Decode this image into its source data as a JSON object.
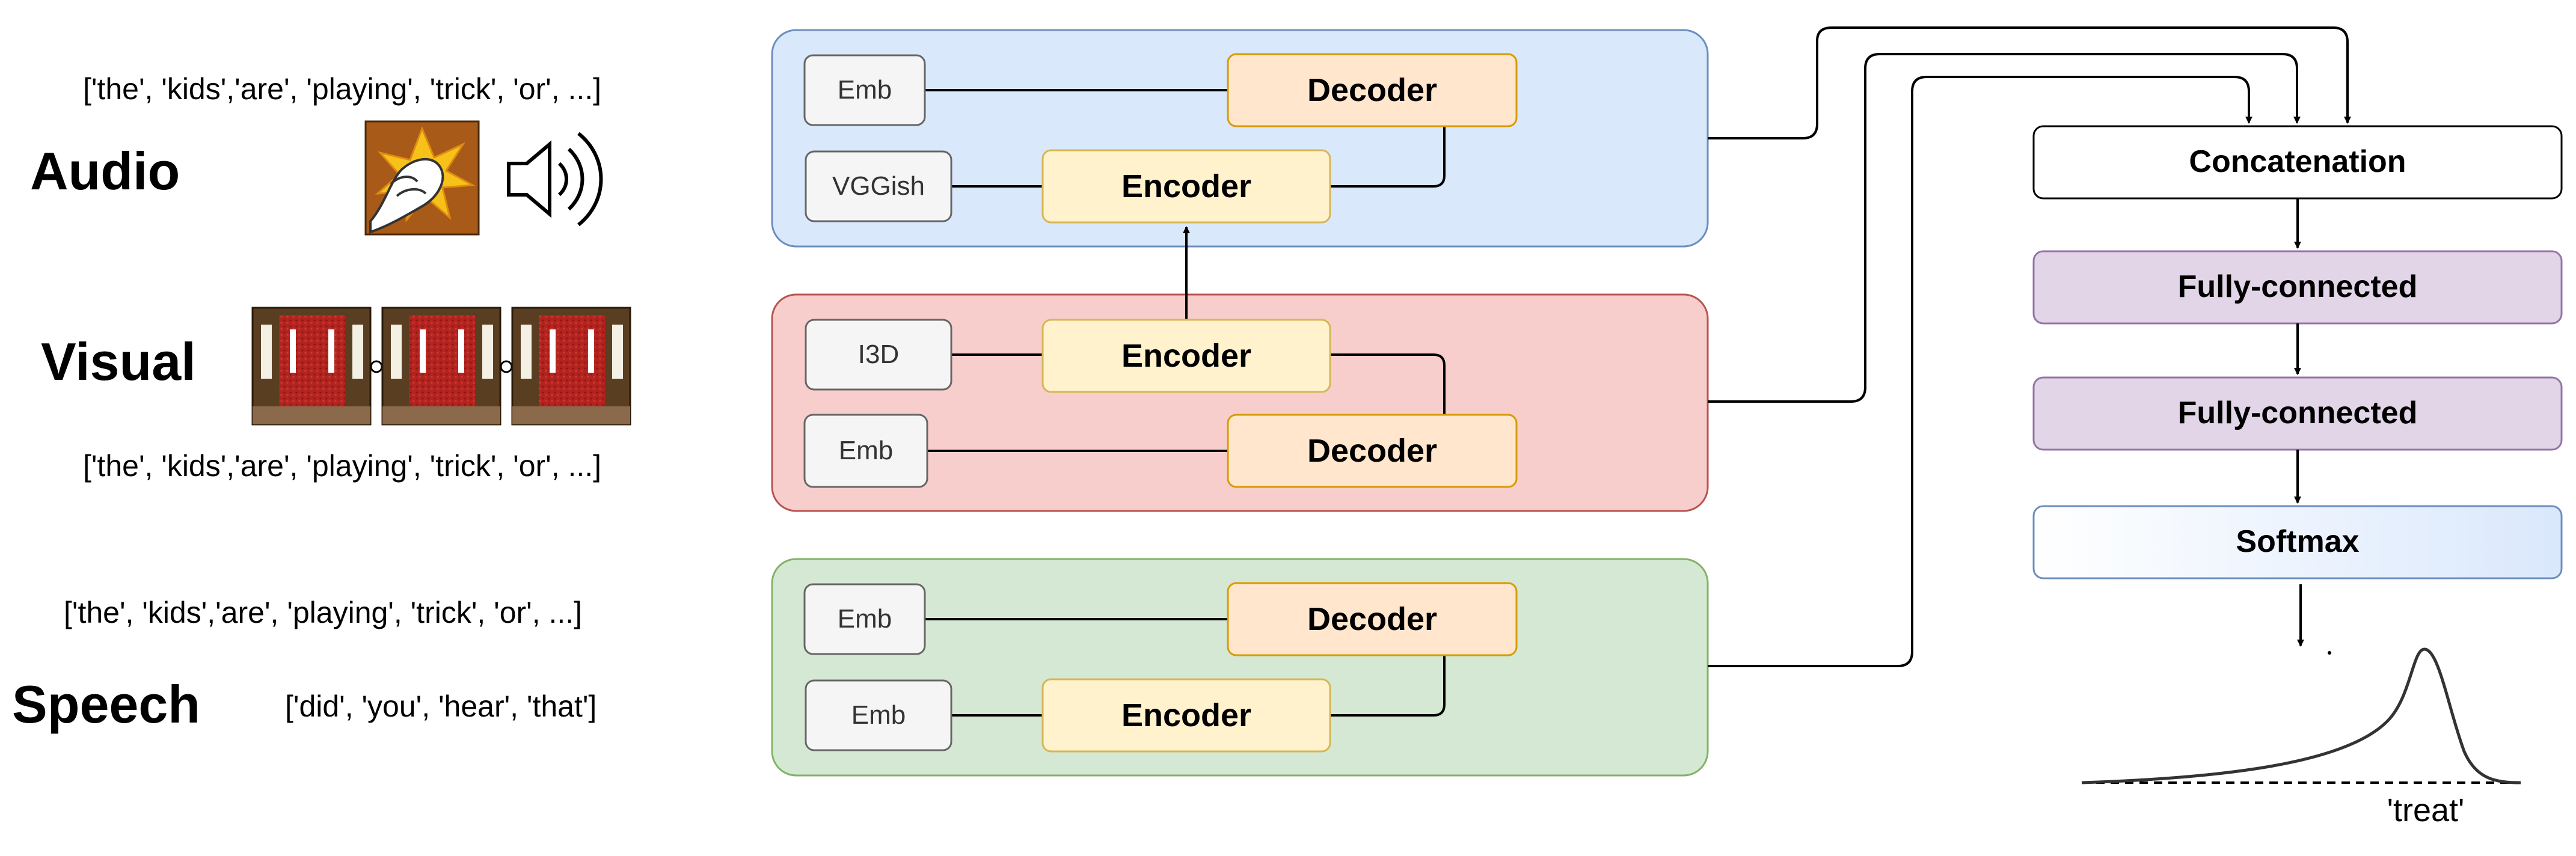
{
  "inputs": {
    "audio_label": "Audio",
    "visual_label": "Visual",
    "speech_label": "Speech",
    "audio_tokens": "['the', 'kids','are', 'playing', 'trick', 'or', ...]",
    "visual_tokens": "['the', 'kids','are', 'playing', 'trick', 'or', ...]",
    "speech_tokens": "['the', 'kids','are', 'playing', 'trick', 'or', ...]",
    "speech_dialog": "['did', 'you', 'hear', 'that']"
  },
  "audio_block": {
    "emb_label": "Emb",
    "feature_label": "VGGish",
    "encoder_label": "Encoder",
    "decoder_label": "Decoder"
  },
  "visual_block": {
    "feature_label": "I3D",
    "emb_label": "Emb",
    "encoder_label": "Encoder",
    "decoder_label": "Decoder"
  },
  "speech_block": {
    "emb_top_label": "Emb",
    "emb_bottom_label": "Emb",
    "encoder_label": "Encoder",
    "decoder_label": "Decoder"
  },
  "head": {
    "concat_label": "Concatenation",
    "fc1_label": "Fully-connected",
    "fc2_label": "Fully-connected",
    "softmax_label": "Softmax",
    "output_label": "'treat'"
  },
  "colors": {
    "audio_panel": "#dae8fc",
    "audio_panel_border": "#6c8ebf",
    "visual_panel": "#f8cecc",
    "visual_panel_border": "#b85450",
    "speech_panel": "#d5e8d4",
    "speech_panel_border": "#82b366",
    "decoder_fill": "#ffe6cc",
    "decoder_border": "#d79b00",
    "encoder_fill": "#fff2cc",
    "encoder_border": "#d6b656",
    "feature_fill": "#f5f5f5",
    "fc_fill": "#e1d5e7",
    "fc_border": "#9673a6"
  }
}
